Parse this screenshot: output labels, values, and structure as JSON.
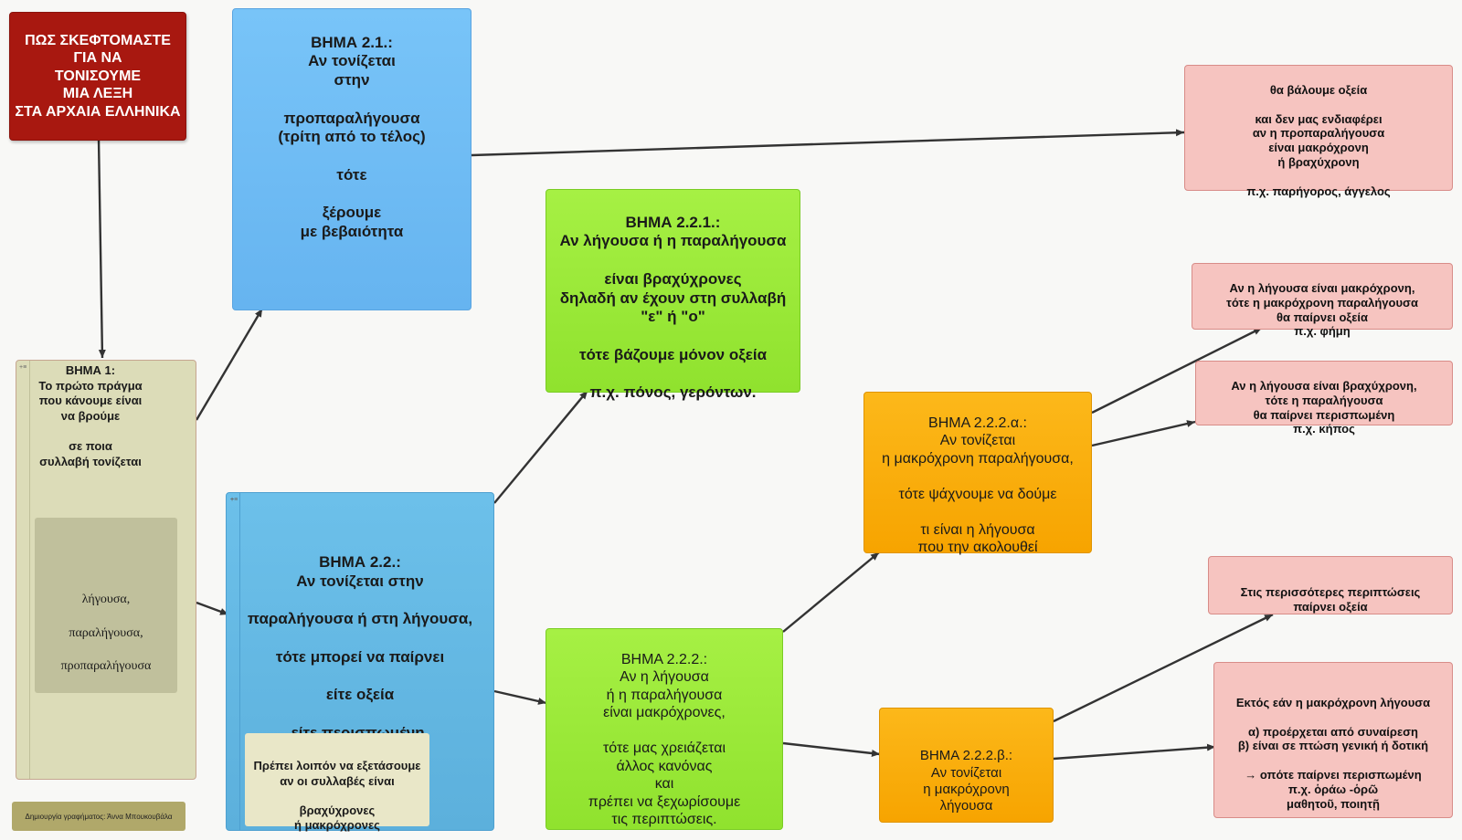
{
  "nodes": {
    "title": "ΠΩΣ ΣΚΕΦΤΟΜΑΣΤΕ\nΓΙΑ ΝΑ\nΤΟΝΙΣΟΥΜΕ\nΜΙΑ ΛΕΞΗ\nΣΤΑ ΑΡΧΑΙΑ ΕΛΛΗΝΙΚΑ",
    "step1": "ΒΗΜΑ 1:\nΤο πρώτο πράγμα\nπου κάνουμε είναι\nνα βρούμε\n\nσε ποια\nσυλλαβή τονίζεται",
    "step1_syllables": "λήγουσα,\nπαραλήγουσα,\nπροπαραλήγουσα",
    "step2_1": "ΒΗΜΑ 2.1.:\nΑν τονίζεται\nστην\n\nπροπαραλήγουσα\n(τρίτη από το τέλος)\n\nτότε\n\nξέρουμε\nμε βεβαιότητα",
    "step2_2": "ΒΗΜΑ 2.2.:\nΑν τονίζεται στην\n\nπαραλήγουσα ή στη λήγουσα,\n\nτότε μπορεί να παίρνει\n\nείτε οξεία\n\nείτε περισπωμένη.",
    "step2_2_note": "Πρέπει λοιπόν να εξετάσουμε\nαν οι συλλαβές είναι\n\nβραχύχρονες\nή μακρόχρονες",
    "step2_2_1": "ΒΗΜΑ 2.2.1.:\nΑν λήγουσα ή η παραλήγουσα\n\nείναι βραχύχρονες\nδηλαδή αν έχουν στη συλλαβή\n\"ε\" ή  \"ο\"\n\nτότε  βάζουμε μόνον οξεία\n\nπ.χ. πόνος, γερόντων.",
    "step2_2_2": "ΒΗΜΑ 2.2.2.:\nΑν η λήγουσα\nή η παραλήγουσα\nείναι μακρόχρονες,\n\nτότε μας χρειάζεται\nάλλος κανόνας\nκαι\nπρέπει να ξεχωρίσουμε\nτις περιπτώσεις.",
    "step2_2_2_a": "ΒΗΜΑ 2.2.2.α.:\nΑν τονίζεται\nη μακρόχρονη παραλήγουσα,\n\nτότε ψάχνουμε να δούμε\n\nτι είναι η λήγουσα\nπου την ακολουθεί",
    "step2_2_2_b": "ΒΗΜΑ 2.2.2.β.:\nΑν τονίζεται\nη μακρόχρονη\nλήγουσα",
    "result_oxeia": "θα βάλουμε οξεία\n\nκαι δεν μας ενδιαφέρει\nαν η προπαραλήγουσα\nείναι μακρόχρονη\nή βραχύχρονη\n\nπ.χ. παρήγορος, άγγελος",
    "result_a1": "Αν η λήγουσα είναι μακρόχρονη,\nτότε η μακρόχρονη παραλήγουσα\nθα παίρνει οξεία\nπ.χ. φήμη",
    "result_a2": "Αν η λήγουσα είναι βραχύχρονη,\nτότε η  παραλήγουσα\nθα παίρνει περισπωμένη\nπ.χ. κήπος",
    "result_b1": "Στις περισσότερες περιπτώσεις\nπαίρνει οξεία",
    "result_b2": "Εκτός εάν η μακρόχρονη λήγουσα\n\nα) προέρχεται από συναίρεση\nβ) είναι σε πτώση γενική ή δοτική\n\n→ οπότε παίρνει περισπωμένη\nπ.χ. ὁράω -ὁρῶ\nμαθητοῦ, ποιητῇ",
    "credit": "Δημιουργία γραφήματος: Άννα Μπουκουβάλα"
  },
  "collapse_marker": "+≡",
  "colors": {
    "title": "#a81810",
    "blue": "#6cbcf0",
    "green": "#9ce83a",
    "orange": "#f9ae0c",
    "pink": "#f6c4c0",
    "beige": "#dcdcb8",
    "connector": "#333333"
  }
}
